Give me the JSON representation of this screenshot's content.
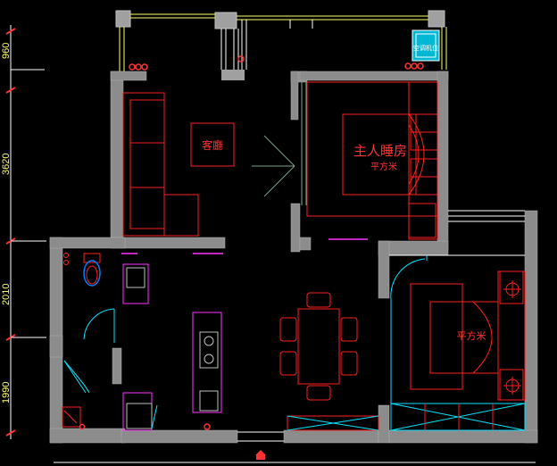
{
  "dimensions": {
    "d1": "960",
    "d2": "3620",
    "d3": "2010",
    "d4": "1990"
  },
  "rooms": {
    "master_bedroom": "主人睡房",
    "master_bedroom_area": "平方米",
    "second_bedroom_area": "平方米",
    "living_label": "客廳",
    "ac_unit": "空调机位"
  },
  "colors": {
    "wall": "#808080",
    "furniture": "#ff2020",
    "window": "#ffffff",
    "cyan": "#00e5ff",
    "magenta": "#ff33ff",
    "yellow": "#ffff66",
    "green_door": "#6fb38f"
  }
}
